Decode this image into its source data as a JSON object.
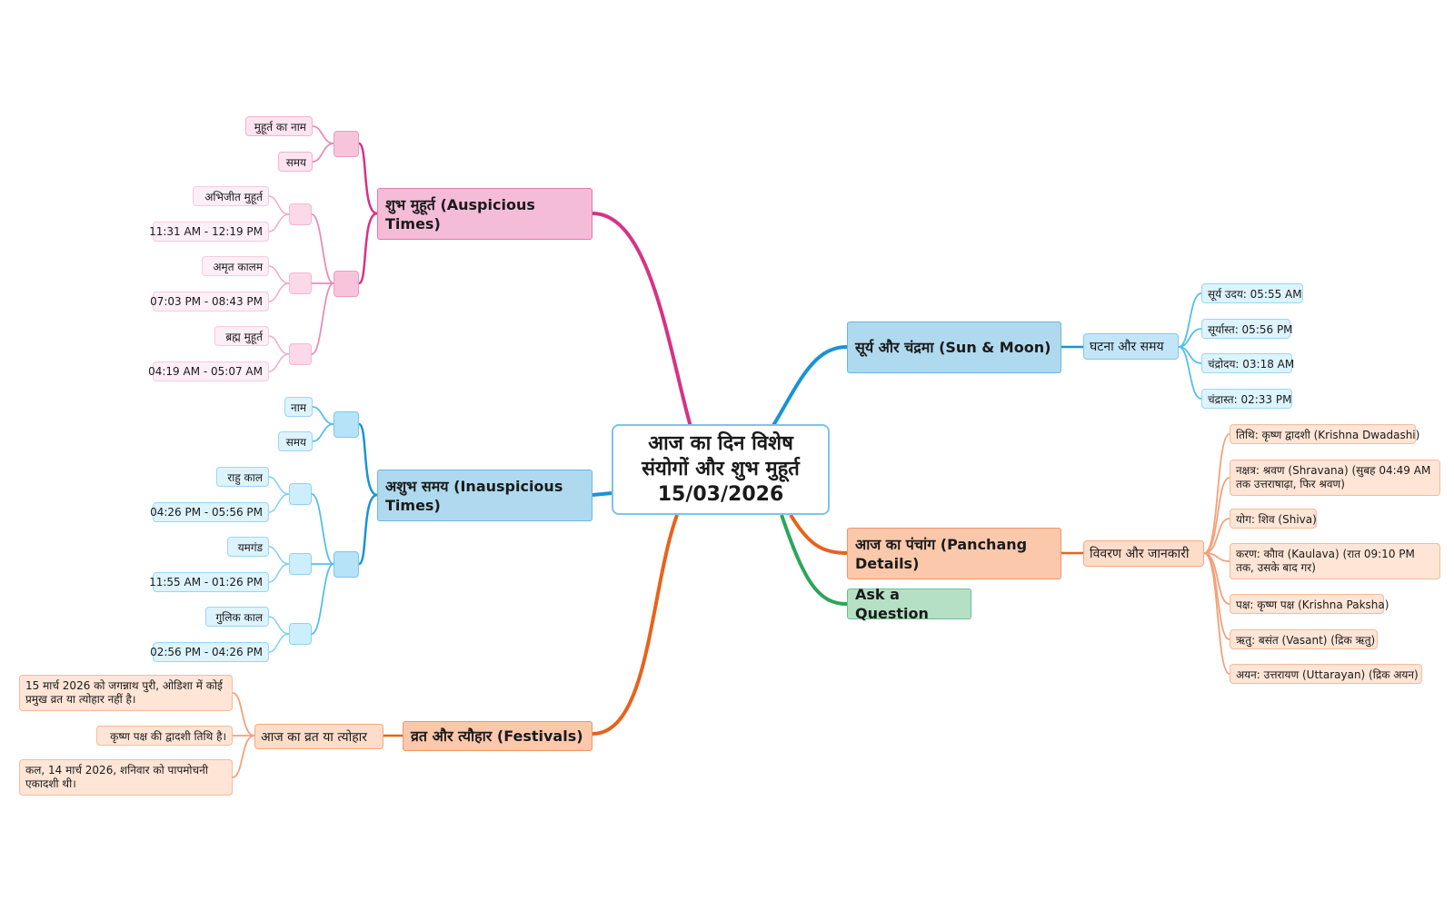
{
  "center": {
    "line1": "आज का दिन विशेष",
    "line2": "संयोगों और शुभ मुहूर्त",
    "line3": "15/03/2026"
  },
  "auspicious": {
    "title": "शुभ मुहूर्त (Auspicious Times)",
    "header": {
      "name": "मुहूर्त का नाम",
      "time": "समय"
    },
    "items": [
      {
        "name": "अभिजीत मुहूर्त",
        "time": "11:31 AM - 12:19 PM"
      },
      {
        "name": "अमृत कालम",
        "time": "07:03 PM - 08:43 PM"
      },
      {
        "name": "ब्रह्म मुहूर्त",
        "time": "04:19 AM - 05:07 AM"
      }
    ]
  },
  "inauspicious": {
    "title": "अशुभ समय (Inauspicious Times)",
    "header": {
      "name": "नाम",
      "time": "समय"
    },
    "items": [
      {
        "name": "राहु काल",
        "time": "04:26 PM - 05:56 PM"
      },
      {
        "name": "यमगंड",
        "time": "11:55 AM - 01:26 PM"
      },
      {
        "name": "गुलिक काल",
        "time": "02:56 PM - 04:26 PM"
      }
    ]
  },
  "festivals": {
    "title": "व्रत और त्यौहार (Festivals)",
    "group": "आज का व्रत या त्योहार",
    "items": [
      "15 मार्च 2026 को जगन्नाथ पुरी, ओडिशा में कोई प्रमुख व्रत या त्योहार नहीं है।",
      "कृष्ण पक्ष की द्वादशी तिथि है।",
      "कल, 14 मार्च 2026, शनिवार को पापमोचनी एकादशी थी।"
    ]
  },
  "sunmoon": {
    "title": "सूर्य और चंद्रमा (Sun & Moon)",
    "group": "घटना और समय",
    "items": [
      "सूर्य उदय: 05:55 AM",
      "सूर्यास्त: 05:56 PM",
      "चंद्रोदय: 03:18 AM",
      "चंद्रास्त: 02:33 PM"
    ]
  },
  "panchang": {
    "title": "आज का पंचांग (Panchang Details)",
    "group": "विवरण और जानकारी",
    "items": [
      "तिथि: कृष्ण द्वादशी (Krishna Dwadashi)",
      "नक्षत्र: श्रवण (Shravana) (सुबह 04:49 AM तक उत्तराषाढ़ा, फिर श्रवण)",
      "योग: शिव (Shiva)",
      "करण: कौाव (Kaulava) (रात 09:10 PM तक, उसके बाद गर)",
      "पक्ष: कृष्ण पक्ष (Krishna Paksha)",
      "ऋतु: बसंत (Vasant) (द्रिक ऋतु)",
      "अयन: उत्तरायण (Uttarayan) (द्रिक अयन)"
    ]
  },
  "question": {
    "title": "Ask a Question"
  },
  "colors": {
    "pink": "#d63384",
    "blue": "#1a93d6",
    "orange": "#e8621c",
    "green": "#2aa65a",
    "pinkLight": "#e98bbb",
    "blueLight": "#52bfee",
    "peachLight": "#f4a07a"
  }
}
